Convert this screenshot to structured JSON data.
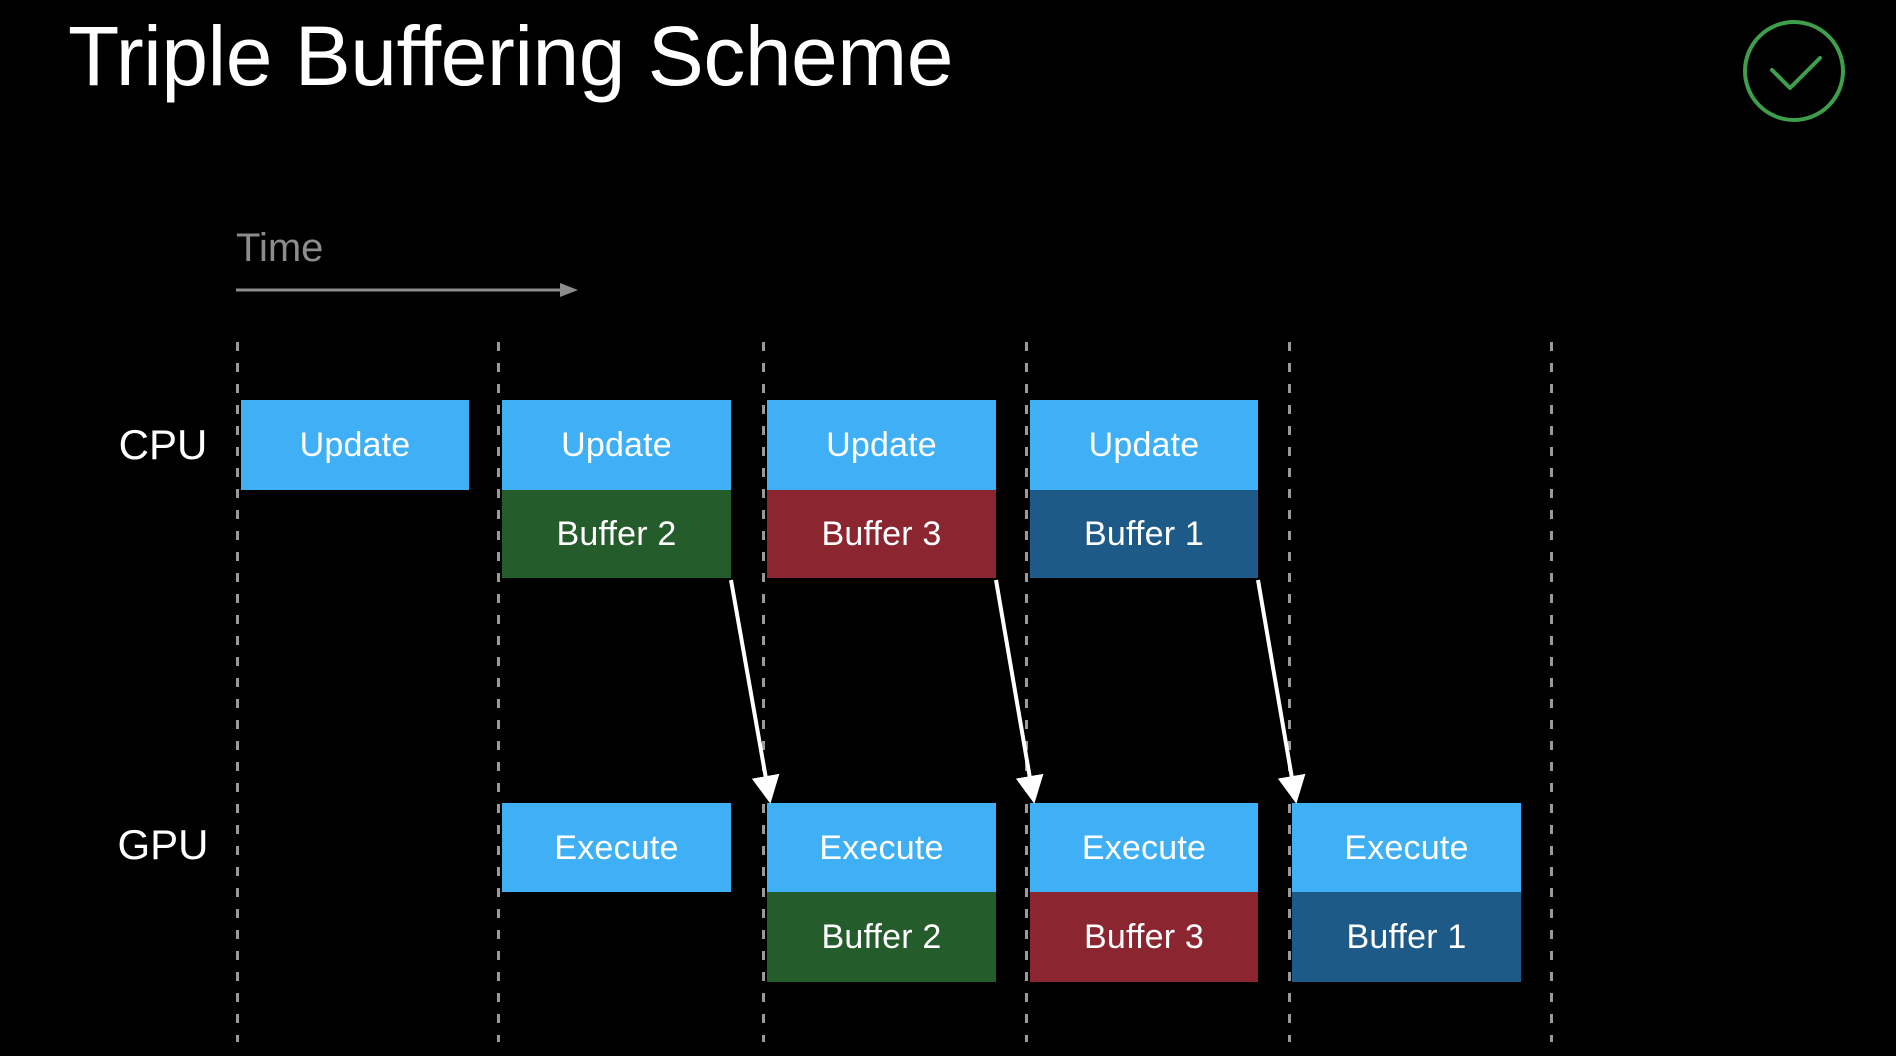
{
  "slide": {
    "title": "Triple Buffering Scheme",
    "background_color": "#000000",
    "status_icon": "check-circle-icon",
    "status_color": "#3e9e4c"
  },
  "axis": {
    "time_label": "Time",
    "time_label_color": "#8c8c8c",
    "arrow_color": "#8c8c8c",
    "gridline_color": "#9a9a9a",
    "gridline_x": [
      236,
      497,
      762,
      1025,
      1288,
      1550
    ]
  },
  "rows": [
    {
      "id": "cpu",
      "label": "CPU"
    },
    {
      "id": "gpu",
      "label": "GPU"
    }
  ],
  "colors": {
    "task": "#3fb0f5",
    "buffer_2": "#255c2b",
    "buffer_3": "#8b2630",
    "buffer_1": "#1d5a87",
    "arrow": "#ffffff"
  },
  "cpu_blocks": [
    {
      "task": "Update",
      "buffer": null,
      "buffer_kind": null
    },
    {
      "task": "Update",
      "buffer": "Buffer 2",
      "buffer_kind": "buf-green"
    },
    {
      "task": "Update",
      "buffer": "Buffer 3",
      "buffer_kind": "buf-red"
    },
    {
      "task": "Update",
      "buffer": "Buffer 1",
      "buffer_kind": "buf-blue"
    }
  ],
  "gpu_blocks": [
    {
      "task": "Execute",
      "buffer": null,
      "buffer_kind": null
    },
    {
      "task": "Execute",
      "buffer": "Buffer 2",
      "buffer_kind": "buf-green"
    },
    {
      "task": "Execute",
      "buffer": "Buffer 3",
      "buffer_kind": "buf-red"
    },
    {
      "task": "Execute",
      "buffer": "Buffer 1",
      "buffer_kind": "buf-blue"
    }
  ],
  "handoff_arrows": [
    {
      "from": "cpu-buffer-2",
      "to": "gpu-execute-2"
    },
    {
      "from": "cpu-buffer-3",
      "to": "gpu-execute-3"
    },
    {
      "from": "cpu-buffer-1",
      "to": "gpu-execute-4"
    }
  ]
}
